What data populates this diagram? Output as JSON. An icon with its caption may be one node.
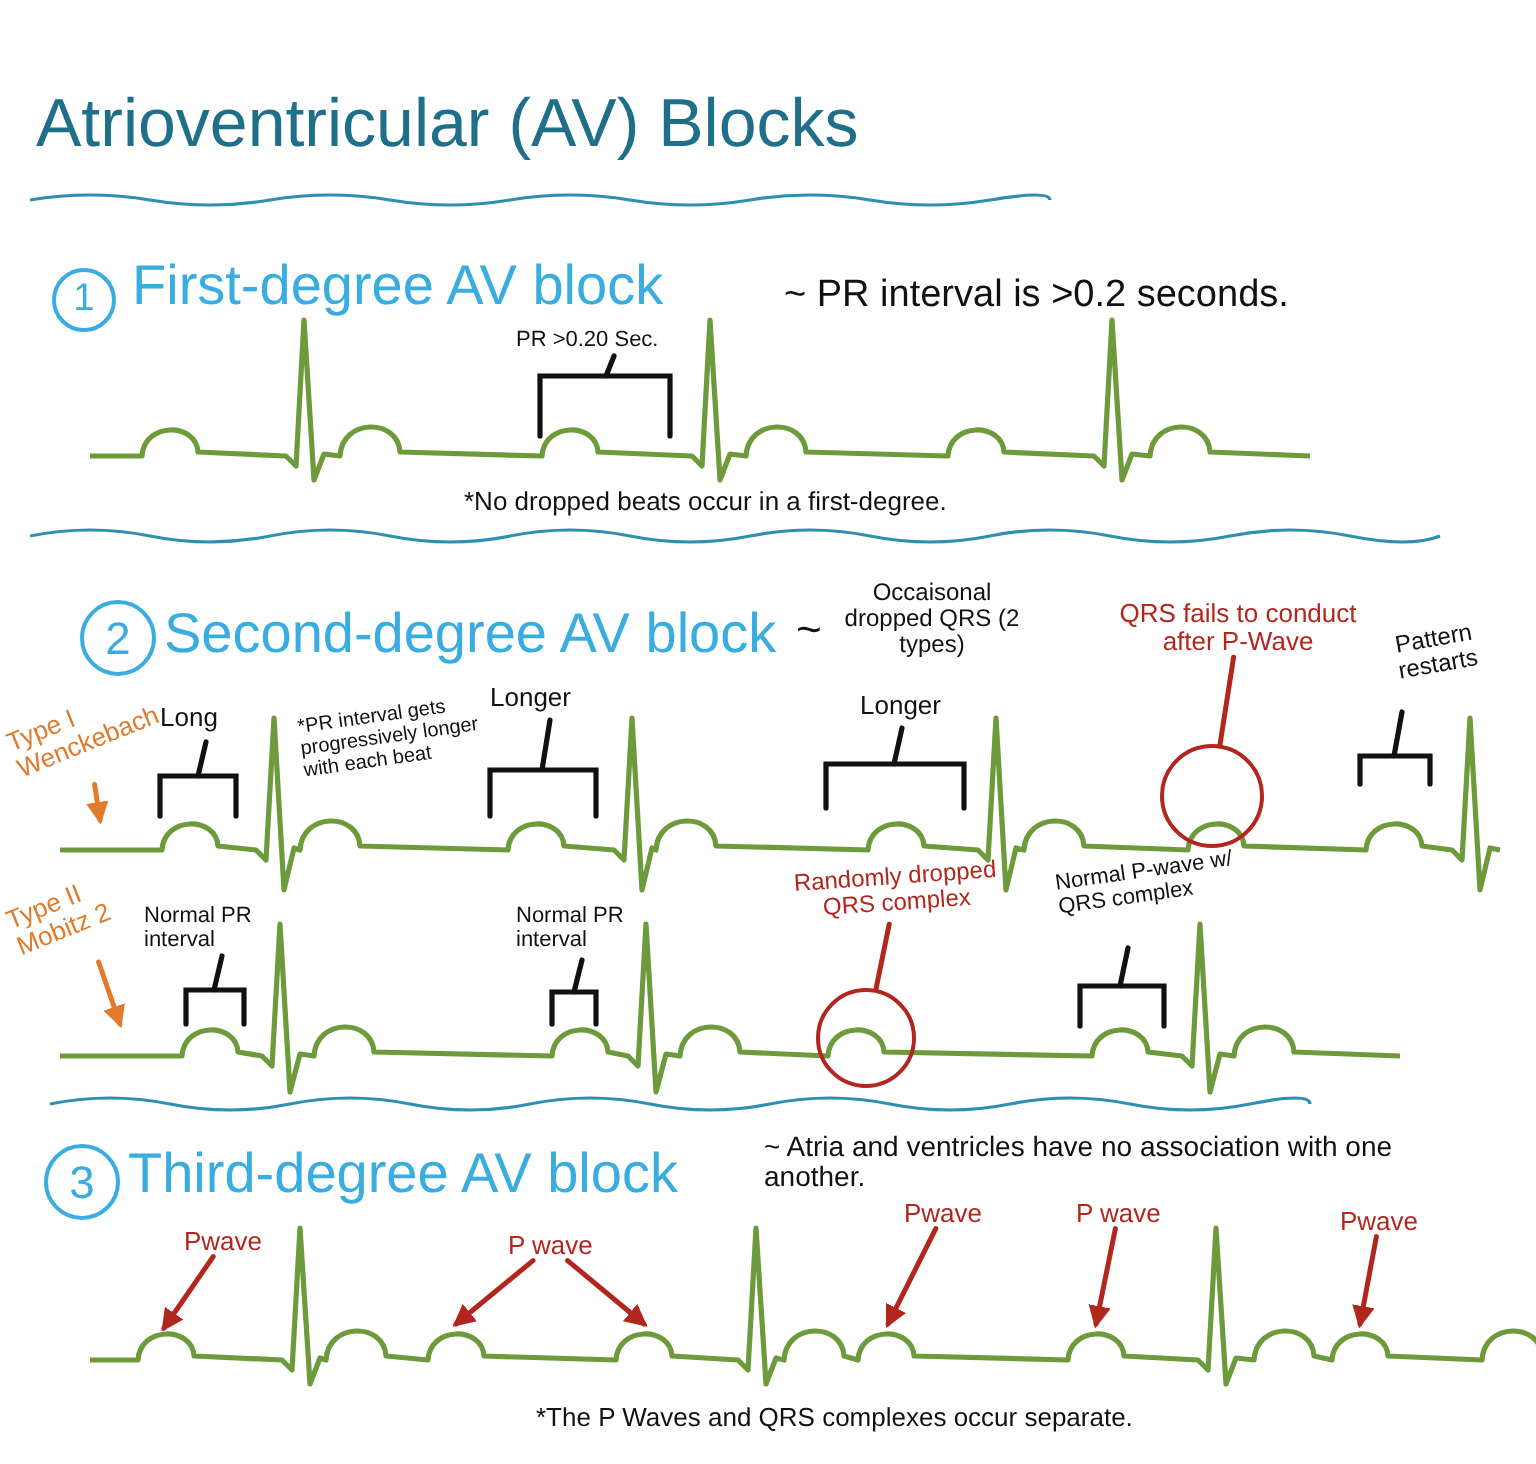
{
  "diagram": {
    "title": "Atrioventricular (AV) Blocks",
    "nodes": [
      {
        "text": [
          "1"
        ],
        "beside": [
          "First-degree AV block"
        ]
      },
      {
        "text": [
          "2"
        ],
        "beside": [
          "Second-degree AV block"
        ]
      },
      {
        "text": [
          "Type I Wenckebach"
        ]
      },
      {
        "text": [
          "QRS fails to conduct after P-Wave"
        ]
      },
      {
        "text": [],
        "shape": "circle"
      },
      {
        "text": [
          "Type II Mobitz 2"
        ]
      },
      {
        "text": [
          "Randomly dropped QRS complex"
        ]
      },
      {
        "text": [],
        "shape": "circle"
      },
      {
        "text": [
          "3"
        ],
        "beside": [
          "Third-degree AV block"
        ]
      },
      {
        "text": [
          "Pwave"
        ]
      },
      {
        "text": [
          "P wave"
        ]
      },
      {
        "text": [
          "Pwave"
        ]
      },
      {
        "text": [
          "P wave"
        ]
      },
      {
        "text": [
          "Pwave"
        ]
      }
    ],
    "edges": [
      {
        "from": 2,
        "to": null,
        "arrow": "to",
        "color": "#e07b2c"
      },
      {
        "from": 3,
        "to": 4,
        "arrow": "none"
      },
      {
        "from": 5,
        "to": null,
        "arrow": "to",
        "color": "#e07b2c"
      },
      {
        "from": 6,
        "to": 7,
        "arrow": "none"
      },
      {
        "from": 9,
        "to": null,
        "arrow": "to"
      },
      {
        "from": 10,
        "to": null,
        "arrow": "to"
      },
      {
        "from": 10,
        "to": null,
        "arrow": "to"
      },
      {
        "from": 11,
        "to": null,
        "arrow": "to"
      },
      {
        "from": 12,
        "to": null,
        "arrow": "to"
      },
      {
        "from": 13,
        "to": null,
        "arrow": "to"
      }
    ],
    "labels": [
      "~ PR interval is >0.2 seconds.",
      "PR >0.20 Sec.",
      "*No dropped beats occur in a first-degree.",
      "~",
      "Occaisonal dropped QRS (2 types)",
      "Long",
      "*PR interval gets progressively longer with each beat",
      "Longer",
      "Longer",
      "Pattern restarts",
      "Normal PR interval",
      "Normal PR interval",
      "Normal P-wave w/ QRS complex",
      "~ Atria and ventricles have no association with one another.",
      "*The P Waves and QRS complexes occur separate."
    ]
  }
}
